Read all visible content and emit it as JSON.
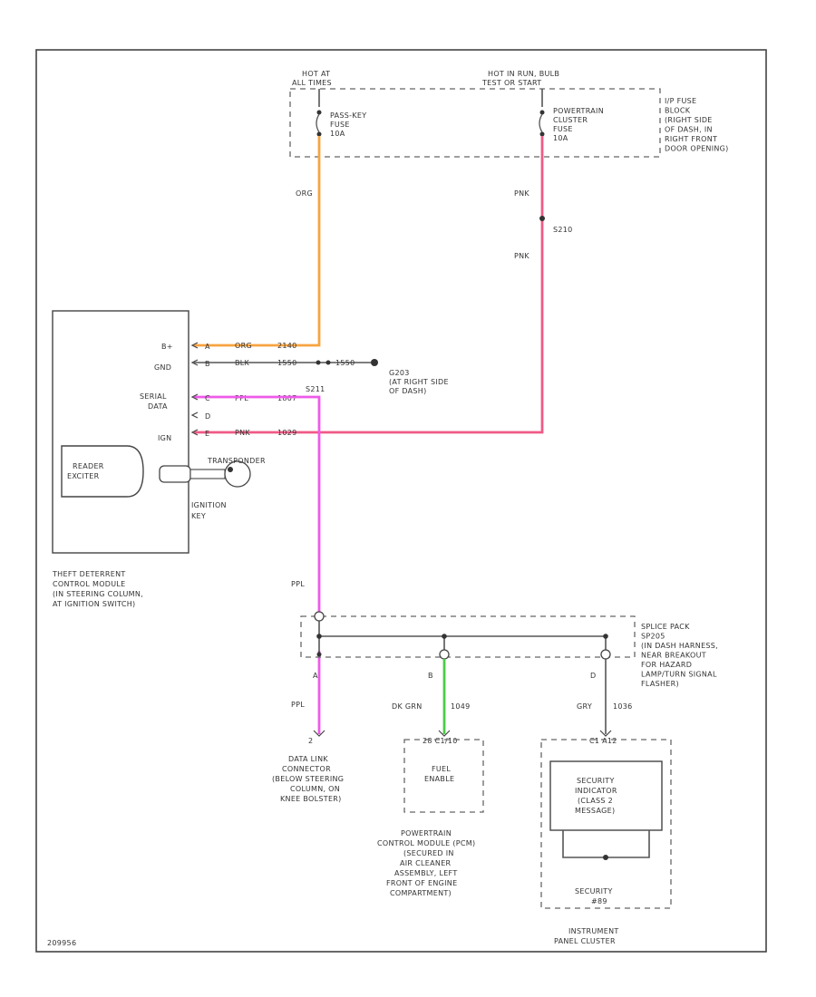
{
  "figure_id": "209956",
  "fuse_block": {
    "hot_in_run_left": [
      "HOT AT",
      "ALL TIMES"
    ],
    "hot_in_run_right": [
      "HOT IN RUN, BULB",
      "TEST OR START"
    ],
    "fuse_1": [
      "PASS-KEY",
      "FUSE",
      "10A"
    ],
    "fuse_2": [
      "POWERTRAIN",
      "CLUSTER",
      "FUSE",
      "10A"
    ],
    "location": [
      "I/P FUSE",
      "BLOCK",
      "(RIGHT SIDE",
      "OF DASH, IN",
      "RIGHT FRONT",
      "DOOR OPENING)"
    ]
  },
  "wires": {
    "org": "ORG",
    "pnk_upper": "PNK",
    "pnk_lower": "PNK",
    "splice_s210": "S210",
    "org_circuit": [
      "ORG",
      "2140"
    ],
    "blk_circuit": [
      "BLK",
      "1550"
    ],
    "blk_right": "1550",
    "ground": [
      "G203",
      "(AT RIGHT SIDE",
      "OF DASH)"
    ],
    "splice_s211": "S211",
    "ppl_circuit": [
      "PPL",
      "1807"
    ],
    "pnk_circuit": [
      "PNK",
      "1029"
    ]
  },
  "module": {
    "pins": [
      "B+",
      "GND",
      "SERIAL",
      "DATA",
      "IGN"
    ],
    "pin_letters": [
      "A",
      "B",
      "C",
      "D",
      "E"
    ],
    "reader_label": [
      "READER",
      "EXCITER"
    ],
    "transponder": "TRANSPONDER",
    "ignition_key": [
      "IGNITION",
      "KEY"
    ],
    "caption": [
      "THEFT DETERRENT",
      "CONTROL MODULE",
      "(IN STEERING COLUMN,",
      "AT IGNITION SWITCH)"
    ]
  },
  "splice_pack": {
    "ppl_top": "PPL",
    "pin_a": "A",
    "pin_b": "B",
    "pin_d": "D",
    "label": [
      "SPLICE PACK",
      "SP205",
      "(IN DASH HARNESS,",
      "NEAR BREAKOUT",
      "FOR HAZARD",
      "LAMP/TURN SIGNAL",
      "FLASHER)"
    ],
    "left_wire": "PPL",
    "mid_wire": [
      "DK GRN",
      "1049"
    ],
    "right_wire": [
      "GRY",
      "1036"
    ]
  },
  "dlc": {
    "pin": "2",
    "label": [
      "DATA LINK",
      "CONNECTOR",
      "(BELOW STEERING",
      "COLUMN, ON",
      "KNEE BOLSTER)"
    ]
  },
  "pcm": {
    "connector": "28 C1/10",
    "inner": [
      "FUEL",
      "ENABLE"
    ],
    "label": [
      "POWERTRAIN",
      "CONTROL MODULE (PCM)",
      "(SECURED IN",
      "AIR CLEANER",
      "ASSEMBLY, LEFT",
      "FRONT OF ENGINE",
      "COMPARTMENT)"
    ]
  },
  "cluster": {
    "connector": "C1 A12",
    "inner": [
      "SECURITY",
      "INDICATOR",
      "(CLASS 2",
      "MESSAGE)"
    ],
    "lamp_label": [
      "SECURITY",
      "#89"
    ],
    "label": [
      "INSTRUMENT",
      "PANEL CLUSTER"
    ]
  },
  "colors": {
    "org": "#f7a440",
    "pnk": "#f05a86",
    "ppl": "#ee5ae9",
    "grn": "#4ccc48"
  }
}
